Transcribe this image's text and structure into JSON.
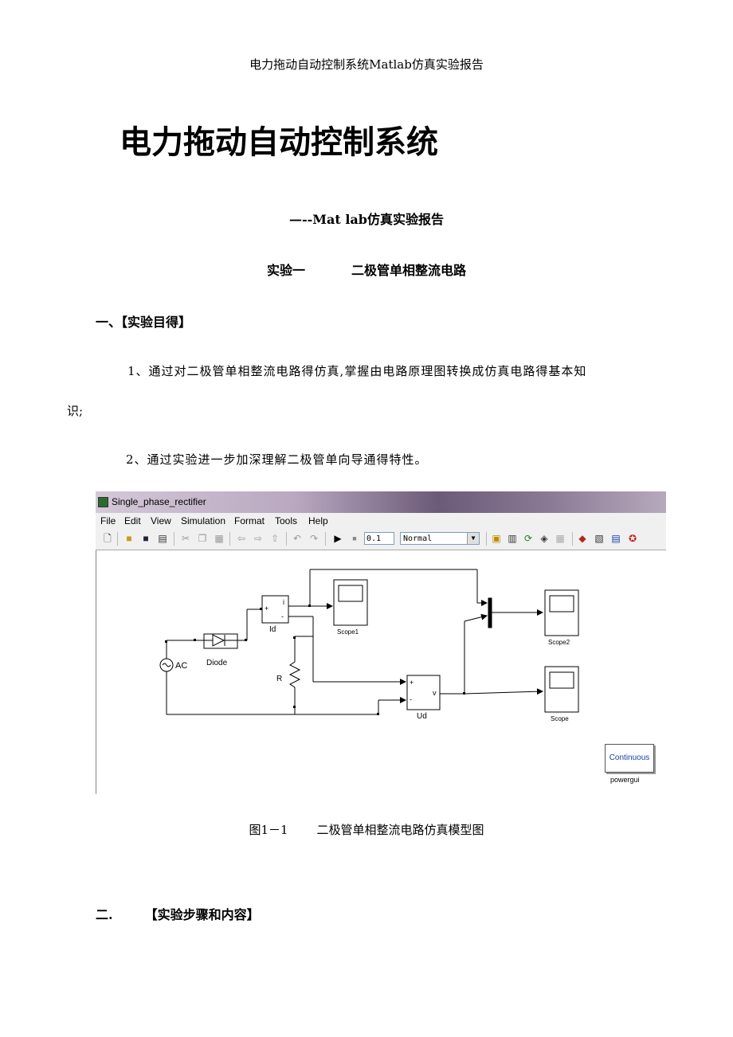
{
  "page_header": "电力拖动自动控制系统Matlab仿真实验报告",
  "main_title": "电力拖动自动控制系统",
  "subtitle": "—--Mat lab仿真实验报告",
  "experiment": {
    "label": "实验一",
    "name": "二极管单相整流电路"
  },
  "section1": {
    "heading": "一、【实验目得】",
    "item1_line1": "1、通过对二极管单相整流电路得仿真,掌握由电路原理图转换成仿真电路得基本知",
    "item1_line2": "识;",
    "item2": "2、通过实验进一步加深理解二极管单向导通得特性。"
  },
  "simulink": {
    "window_title": "Single_phase_rectifier",
    "menus": [
      "File",
      "Edit",
      "View",
      "Simulation",
      "Format",
      "Tools",
      "Help"
    ],
    "stop_time": "0.1",
    "sim_mode": "Normal",
    "blocks": {
      "ac": "AC",
      "diode": "Diode",
      "id": "Id",
      "r": "R",
      "ud": "Ud",
      "scope1": "Scope1",
      "scope2": "Scope2",
      "scope": "Scope",
      "powergui_text": "Continuous",
      "powergui_label": "powergui",
      "port_i": "i",
      "port_v": "v",
      "plus1": "+",
      "minus1": "-",
      "plus2": "+",
      "minus2": "-"
    }
  },
  "figure_caption": {
    "number": "图1－1",
    "text": "二极管单相整流电路仿真模型图"
  },
  "section2": {
    "number": "二.",
    "heading": "【实验步骤和内容】"
  }
}
